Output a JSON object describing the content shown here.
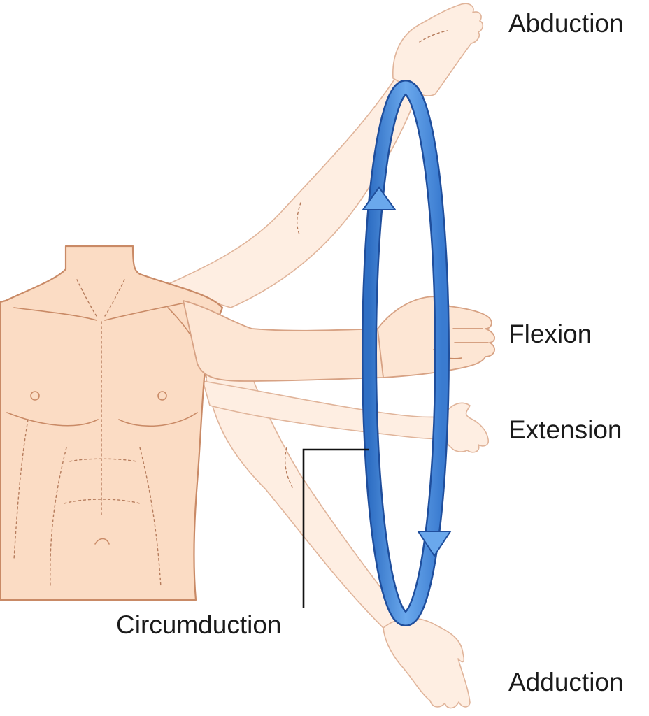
{
  "labels": {
    "abduction": "Abduction",
    "flexion": "Flexion",
    "extension": "Extension",
    "circumduction": "Circumduction",
    "adduction": "Adduction"
  },
  "colors": {
    "skin": "#fbdcc4",
    "skin_outline": "#c98a66",
    "ring_fill": "#4d8fd9",
    "ring_outline": "#1f4e9c",
    "text": "#1a1a1a"
  }
}
